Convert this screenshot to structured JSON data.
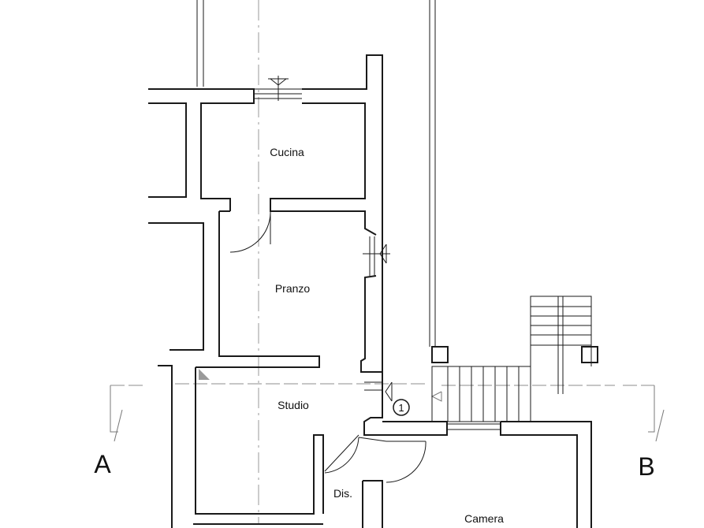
{
  "rooms": {
    "kitchen": "Cucina",
    "dining": "Pranzo",
    "study": "Studio",
    "hall": "Dis.",
    "bedroom": "Camera"
  },
  "section_markers": {
    "left": "A",
    "right": "B"
  },
  "callout": "1"
}
